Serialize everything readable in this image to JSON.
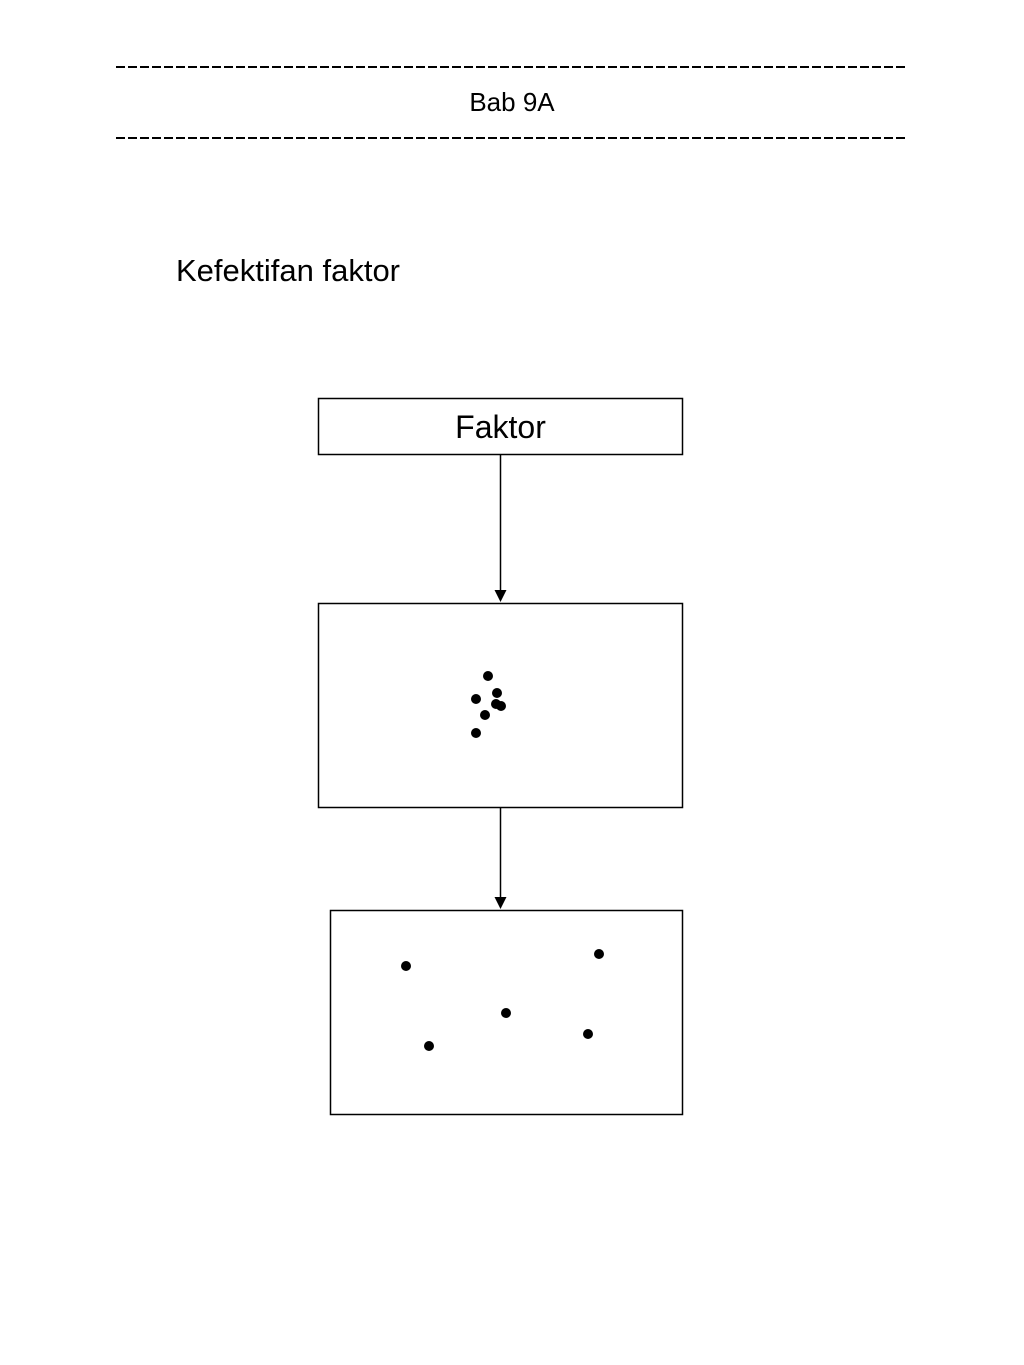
{
  "header": {
    "chapter_title": "Bab 9A"
  },
  "section": {
    "title": "Kefektifan faktor"
  },
  "diagram": {
    "factor_box_label": "Faktor",
    "clustered_points_count": 7,
    "scattered_points_count": 5
  }
}
